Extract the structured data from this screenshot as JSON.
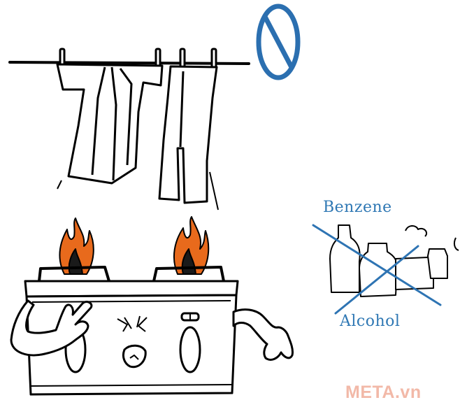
{
  "labels": {
    "benzene": "Benzene",
    "alcohol": "Alcohol"
  },
  "watermark": "META.vn",
  "colors": {
    "line_art": "#000000",
    "prohibition_sign": "#2b6fb0",
    "chemical_labels": "#2f78b4",
    "cross_out": "#2e74b3",
    "watermark": "#f2b9a8"
  },
  "icons": [
    "prohibition-sign-icon",
    "cross-out-icon",
    "flame-icon"
  ]
}
